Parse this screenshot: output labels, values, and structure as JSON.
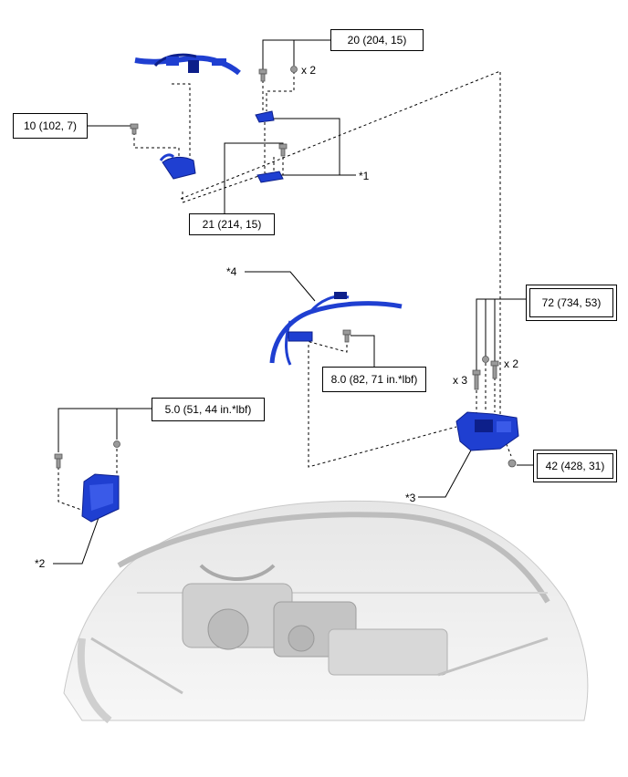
{
  "torque_labels": {
    "t20": "20 (204, 15)",
    "t10": "10 (102, 7)",
    "t21": "21 (214, 15)",
    "t8": "8.0 (82, 71 in.*lbf)",
    "t72": "72 (734, 53)",
    "t5": "5.0 (51, 44 in.*lbf)",
    "t42": "42 (428, 31)"
  },
  "callouts": {
    "c1": "*1",
    "c2": "*2",
    "c3": "*3",
    "c4": "*4"
  },
  "quantities": {
    "q_top": "x 2",
    "q_right2": "x 2",
    "q_right3": "x 3"
  },
  "colors": {
    "part_blue": "#1f3fd1",
    "part_dark": "#0d1f8a",
    "bolt_gray": "#9a9a9a",
    "engine_gray": "#cfcfcf"
  }
}
